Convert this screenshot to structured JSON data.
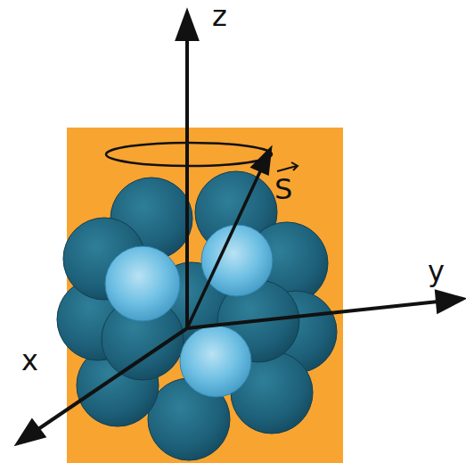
{
  "diagram": {
    "labels": [
      "z",
      "y",
      "x",
      "S"
    ]
  }
}
